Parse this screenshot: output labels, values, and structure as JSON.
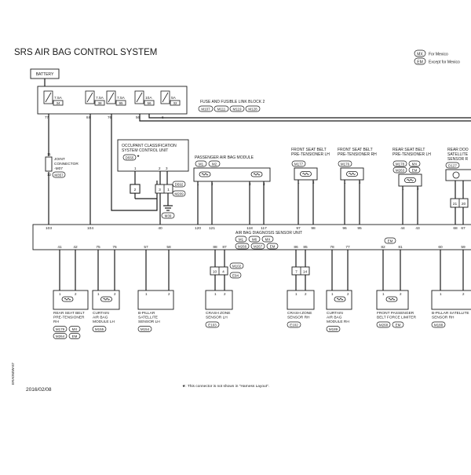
{
  "title": "SRS AIR BAG CONTROL SYSTEM",
  "legend": [
    {
      "code": "MX",
      "label": "For Mexico"
    },
    {
      "code": "EM",
      "label": "Except for Mexico"
    }
  ],
  "battery_label": "BATTERY",
  "fuse_block": {
    "label": "FUSE AND FUSIBLE LINK BLOCK 2",
    "connectors": [
      "M107",
      "M111",
      "M119",
      "M128"
    ],
    "fuses": [
      {
        "amp": "7.5A",
        "num": "34"
      },
      {
        "amp": "7.5A",
        "num": "38"
      },
      {
        "amp": "7.5A",
        "num": "95"
      },
      {
        "amp": "10A",
        "num": "56"
      },
      {
        "amp": "5A",
        "num": "32"
      }
    ],
    "pins": [
      "77",
      "84",
      "76",
      "56",
      "6"
    ]
  },
  "joint_connector": {
    "label1": "JOINT",
    "label2": "CONNECTOR",
    "label3": "-M07",
    "connector": "M357",
    "pin_top": "11",
    "pin_bottom": "12"
  },
  "occupant": {
    "label1": "OCCUPANT CLASSIFICATION",
    "label2": "SYSTEM CONTROL UNIT",
    "connector": "D555",
    "star": "★",
    "pins": [
      "1",
      "2",
      "3"
    ],
    "relay_pins": [
      "2",
      "3",
      "1"
    ],
    "conn_right_1": "D592",
    "conn_right_2": "M209",
    "conn_bottom": "M39"
  },
  "passenger_module": {
    "label": "PASSENGER AIR BAG MODULE",
    "connectors": [
      "M1",
      "M2"
    ],
    "pins": [
      "1",
      "2",
      "3",
      "4"
    ]
  },
  "front_pt_lh": {
    "label1": "FRONT SEAT BELT",
    "label2": "PRE-TENSIONER LH",
    "connector": "M177",
    "pins": [
      "1",
      "2"
    ]
  },
  "front_pt_rh": {
    "label1": "FRONT SEAT BELT",
    "label2": "PRE-TENSIONER RH",
    "connector": "M176",
    "pins": [
      "1",
      "2"
    ]
  },
  "rear_pt_lh": {
    "label1": "REAR SEAT BELT",
    "label2": "PRE-TENSIONER LH",
    "connector": "M178",
    "codes": [
      "MX",
      "EM"
    ],
    "connector2": "M263",
    "pins": [
      "1",
      "2"
    ]
  },
  "rear_door": {
    "label1": "REAR DOO",
    "label2": "SATELLITE",
    "label3": "SENSOR R",
    "connector": "D127",
    "pins": [
      "21",
      "20"
    ]
  },
  "diag_unit": {
    "label": "AIR BAG DIAGNOSIS SENSOR UNIT",
    "connectors": [
      "M1",
      "M6",
      "MX",
      "M266",
      "M267",
      "EM"
    ],
    "top_pins": [
      "103",
      "104",
      "40",
      "120",
      "121",
      "118",
      "117",
      "97",
      "98",
      "96",
      "95",
      "44",
      "43",
      "68",
      "67"
    ],
    "bottom_pins": [
      "41",
      "42",
      "75",
      "76",
      "57",
      "58",
      "88",
      "87",
      "86",
      "85",
      "78",
      "77",
      "82",
      "81",
      "60",
      "59"
    ],
    "em_tag": "EM"
  },
  "relay_lh": {
    "pins": [
      "10",
      "4"
    ],
    "connector1": "M102",
    "connector2": "E94"
  },
  "relay_rh": {
    "pins": [
      "7",
      "14"
    ]
  },
  "bottom_components": [
    {
      "label1": "REAR SEAT BELT",
      "label2": "PRE-TENSIONER",
      "label3": "RH",
      "connectors": [
        "M179",
        "MX",
        "M264",
        "EM"
      ],
      "pins": [
        "1",
        "2"
      ]
    },
    {
      "label1": "CURTAIN",
      "label2": "AIR BAG",
      "label3": "MODULE LH",
      "connectors": [
        "M155"
      ],
      "pins": [
        "1",
        "2"
      ]
    },
    {
      "label1": "B-PILLAR",
      "label2": "SATELLITE",
      "label3": "SENSOR LH",
      "connectors": [
        "M154"
      ],
      "pins": [
        "1",
        "2"
      ]
    },
    {
      "label1": "CRASH ZONE",
      "label2": "SENSOR LH",
      "label3": "",
      "connectors": [
        "E103"
      ],
      "pins": [
        "1",
        "2"
      ]
    },
    {
      "label1": "CRASH ZONE",
      "label2": "SENSOR RH",
      "label3": "",
      "connectors": [
        "E102"
      ],
      "pins": [
        "1",
        "2"
      ]
    },
    {
      "label1": "CURTAIN",
      "label2": "AIR BAG",
      "label3": "MODULE RH",
      "connectors": [
        "M189"
      ],
      "pins": [
        "1",
        "2"
      ]
    },
    {
      "label1": "FRONT PASSENGER",
      "label2": "BELT FORCE LIMITER",
      "label3": "",
      "connectors": [
        "M268",
        "EM"
      ],
      "pins": [
        "1",
        "2"
      ]
    },
    {
      "label1": "B-PILLAR SATELLITE",
      "label2": "SENSOR RH",
      "label3": "",
      "connectors": [
        "M188"
      ],
      "pins": [
        "1",
        "2"
      ]
    }
  ],
  "footnote": "★: This connector is not shown in \"Harness Layout\".",
  "date": "2016/02/08",
  "side_code": "ERA0N0W-87"
}
